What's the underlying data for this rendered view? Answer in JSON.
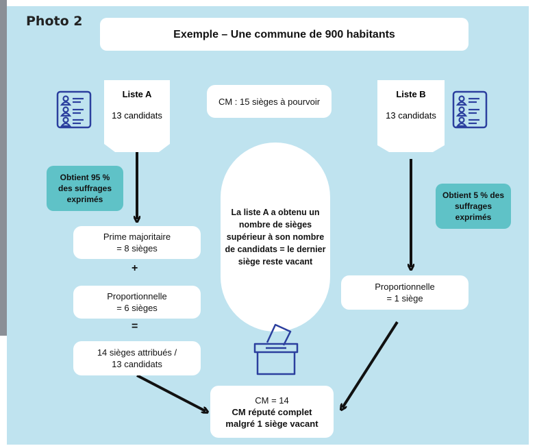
{
  "photo_label": "Photo 2",
  "title": "Exemple – Une commune de 900 habitants",
  "list_a": {
    "name": "Liste A",
    "candidates": "13 candidats"
  },
  "list_b": {
    "name": "Liste B",
    "candidates": "13 candidats"
  },
  "cm_seats": "CM : 15 sièges à pourvoir",
  "obtained_a": [
    "Obtient 95 %",
    "des suffrages",
    "exprimés"
  ],
  "obtained_b": [
    "Obtient 5 % des",
    "suffrages",
    "exprimés"
  ],
  "note": [
    "La liste A a obtenu un",
    "nombre de sièges",
    "supérieur à son nombre",
    "de candidats = le dernier",
    "siège reste vacant"
  ],
  "prime": [
    "Prime majoritaire",
    "= 8  sièges"
  ],
  "plus": "+",
  "proportional_a": [
    "Proportionnelle",
    "= 6 sièges"
  ],
  "equals": "=",
  "attributed": [
    "14 sièges attribués /",
    "13 candidats"
  ],
  "proportional_b": [
    "Proportionnelle",
    "= 1 siège"
  ],
  "result": {
    "line1": "CM = 14",
    "line2": "CM réputé complet",
    "line3": "malgré 1 siège vacant"
  },
  "icons": [
    "candidate-list-icon",
    "ballot-box-icon"
  ],
  "colors": {
    "background": "#bfe3ef",
    "teal": "#5fc2c7",
    "icon_blue": "#2b3f9e"
  }
}
